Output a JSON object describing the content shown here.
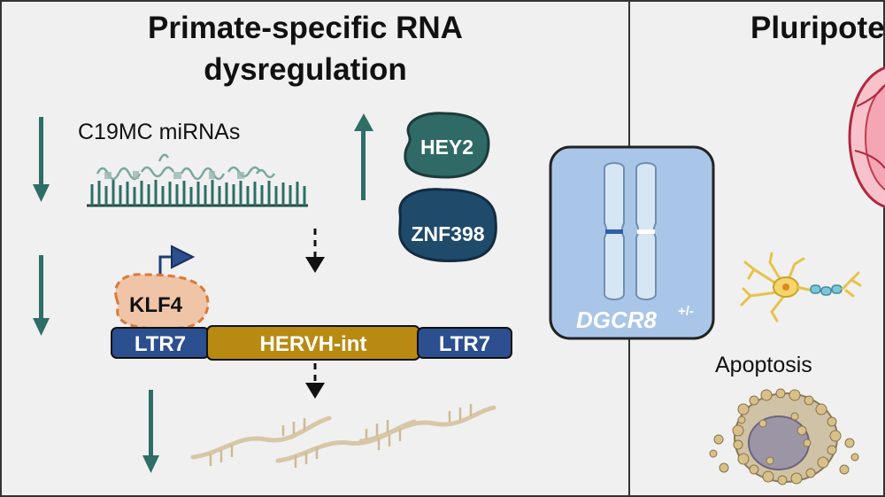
{
  "panel_left": {
    "title_line1": "Primate-specific RNA",
    "title_line2": "dysregulation"
  },
  "panel_right": {
    "title": "Pluripote",
    "apoptosis_label": "Apoptosis"
  },
  "labels": {
    "mirna": "C19MC miRNAs",
    "hey2": "HEY2",
    "znf398": "ZNF398",
    "klf4": "KLF4",
    "ltr7_left": "LTR7",
    "hervh": "HERVH-int",
    "ltr7_right": "LTR7",
    "dgcr8_gene": "DGCR8",
    "dgcr8_genotype": "+/-"
  },
  "colors": {
    "background": "#f0f0f0",
    "teal_arrow": "#2e6e66",
    "hey2": "#2f6a66",
    "znf398": "#1f4a6a",
    "klf4": "#f0c4a6",
    "ltr7": "#2c4f8f",
    "hervh": "#b88a12",
    "dgcr8_box": "#a9c6e8",
    "chromosome": "#d7e6f3"
  },
  "icons": {
    "down_arrow": "teal-down-arrow-icon",
    "up_arrow": "teal-up-arrow-icon",
    "rna": "rna-strand-icon",
    "chromosome": "chromosome-icon",
    "neuron": "neuron-icon",
    "apoptotic_cell": "apoptotic-cell-icon",
    "cell": "pink-cell-icon"
  }
}
